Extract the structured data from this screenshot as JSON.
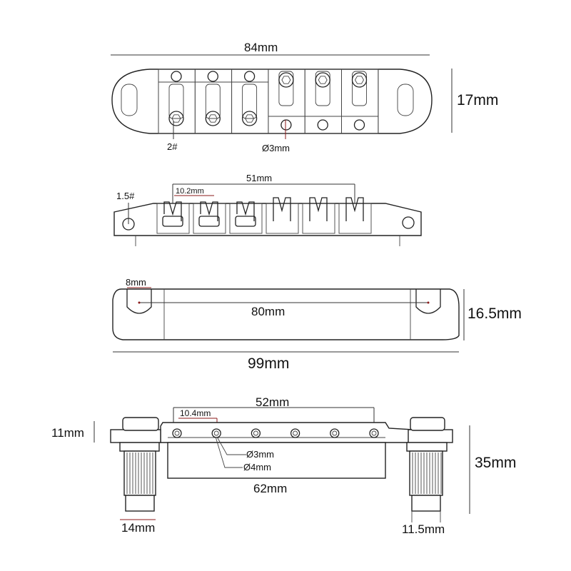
{
  "top_view": {
    "width": "84mm",
    "height": "17mm",
    "screw_label": "2#",
    "hole_label": "Ø3mm"
  },
  "front_view": {
    "saddle_span": "51mm",
    "saddle_pitch": "10.2mm",
    "screw_label": "1.5#"
  },
  "tailpiece_view": {
    "slot_label": "8mm",
    "inner_length": "80mm",
    "height": "16.5mm",
    "total_length": "99mm"
  },
  "tailpiece_front_view": {
    "hole_span": "52mm",
    "hole_pitch": "10.4mm",
    "height_small": "11mm",
    "hole_small": "Ø3mm",
    "hole_large": "Ø4mm",
    "base_length": "62mm",
    "total_height": "35mm",
    "stud_left": "14mm",
    "stud_right": "11.5mm"
  },
  "colors": {
    "line": "#222222",
    "dimension_accent": "#8b1a1a"
  }
}
